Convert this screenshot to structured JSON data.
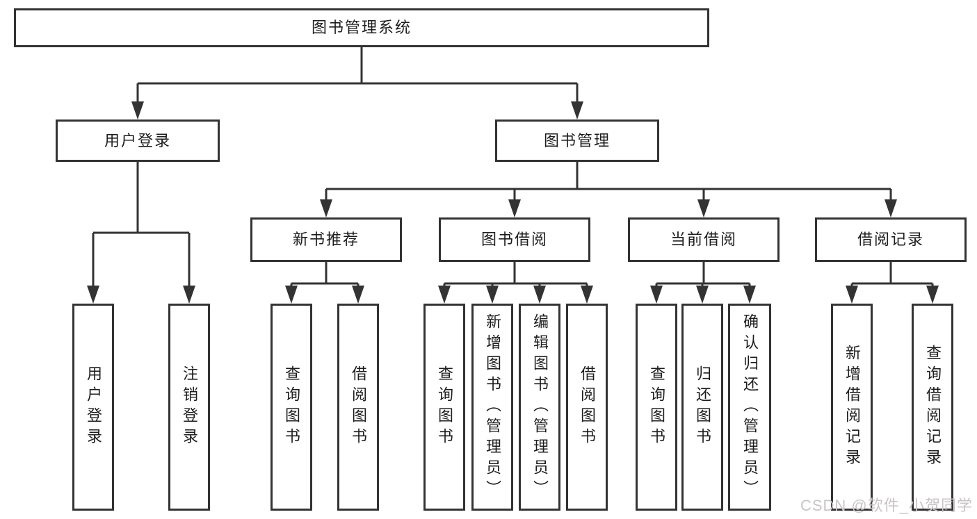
{
  "diagram": {
    "root": {
      "label": "图书管理系统",
      "children": [
        {
          "label": "用户登录",
          "children": [
            {
              "label": "用户登录"
            },
            {
              "label": "注销登录"
            }
          ]
        },
        {
          "label": "图书管理",
          "children": [
            {
              "label": "新书推荐",
              "children": [
                {
                  "label": "查询图书"
                },
                {
                  "label": "借阅图书"
                }
              ]
            },
            {
              "label": "图书借阅",
              "children": [
                {
                  "label": "查询图书"
                },
                {
                  "label": "新增图书（管理员）"
                },
                {
                  "label": "编辑图书（管理员）"
                },
                {
                  "label": "借阅图书"
                }
              ]
            },
            {
              "label": "当前借阅",
              "children": [
                {
                  "label": "查询图书"
                },
                {
                  "label": "归还图书"
                },
                {
                  "label": "确认归还（管理员）"
                }
              ]
            },
            {
              "label": "借阅记录",
              "children": [
                {
                  "label": "新增借阅记录"
                },
                {
                  "label": "查询借阅记录"
                }
              ]
            }
          ]
        }
      ]
    }
  },
  "watermark": {
    "text": "CSDN @软件_小贺同学"
  },
  "colors": {
    "line": "#333333",
    "text": "#1d1d1d",
    "box_background": "#ffffff",
    "page_background": "#ffffff",
    "watermark": "#c9c4c5"
  }
}
